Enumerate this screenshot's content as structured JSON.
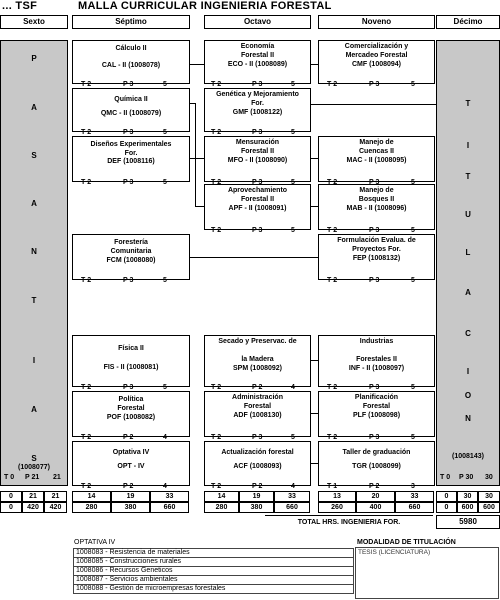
{
  "header": {
    "tag": "... TSF",
    "title": "MALLA CURRICULAR  INGENIERIA FORESTAL"
  },
  "columns": [
    "Sexto",
    "Séptimo",
    "Octavo",
    "Noveno",
    "Décimo"
  ],
  "sexto": {
    "letters": [
      "P",
      "A",
      "S",
      "A",
      "N",
      "T",
      "I",
      "A",
      "S"
    ],
    "code": "(1008077)",
    "stats": [
      "T 0",
      "P 21",
      "21"
    ]
  },
  "decimo": {
    "letters": [
      "T",
      "I",
      "T",
      "U",
      "L",
      "A",
      "C",
      "I",
      "O",
      "N"
    ],
    "code": "(1008143)",
    "stats": [
      "T 0",
      "P 30",
      "30"
    ]
  },
  "courses": {
    "calculo": {
      "name": "Cálculo II",
      "code": "CAL - II (1008078)",
      "t": "T 2",
      "p": "P 3",
      "c": "5"
    },
    "quimica": {
      "name": "Química II",
      "code": "QMC - II (1008079)",
      "t": "T 2",
      "p": "P 3",
      "c": "5"
    },
    "disenos": {
      "name": "Diseños Experimentales\nFor.",
      "code": "DEF (1008116)",
      "t": "T 2",
      "p": "P 3",
      "c": "5"
    },
    "forcom": {
      "name": "Forestería\nComunitaria",
      "code": "FCM (1008080)",
      "t": "T 2",
      "p": "P 3",
      "c": "5"
    },
    "fisica": {
      "name": "Física II",
      "code": "FIS - II (1008081)",
      "t": "T 2",
      "p": "P 3",
      "c": "5"
    },
    "politica": {
      "name": "Política\nForestal",
      "code": "POF (1008082)",
      "t": "T 2",
      "p": "P 2",
      "c": "4"
    },
    "optativa": {
      "name": "Optativa IV",
      "code": "OPT - IV",
      "t": "T 2",
      "p": "P 2",
      "c": "4"
    },
    "economia": {
      "name": "Economía\nForestal II",
      "code": "ECO - II (1008089)",
      "t": "T 2",
      "p": "P 3",
      "c": "5"
    },
    "genetica": {
      "name": "Genética y Mejoramiento\nFor.",
      "code": "GMF (1008122)",
      "t": "T 2",
      "p": "P 3",
      "c": "5"
    },
    "mensuracion": {
      "name": "Mensuración\nForestal II",
      "code": "MFO - II (1008090)",
      "t": "T 2",
      "p": "P 3",
      "c": "5"
    },
    "aprovechamiento": {
      "name": "Aprovechamiento\nForestal II",
      "code": "APF - II (1008091)",
      "t": "T 2",
      "p": "P 3",
      "c": "5"
    },
    "secado": {
      "name": "Secado y Preservac. de\n\nla Madera",
      "code": "SPM (1008092)",
      "t": "T 2",
      "p": "P 2",
      "c": "4"
    },
    "administracion": {
      "name": "Administración\nForestal",
      "code": "ADF (1008130)",
      "t": "T 2",
      "p": "P 3",
      "c": "5"
    },
    "actualizacion": {
      "name": "Actualización forestal",
      "code": "ACF (1008093)",
      "t": "T 2",
      "p": "P 2",
      "c": "4"
    },
    "comercializacion": {
      "name": "Comercialización y\nMercadeo Forestal",
      "code": "CMF (1008094)",
      "t": "T 2",
      "p": "P 3",
      "c": "5"
    },
    "cuencas": {
      "name": "Manejo de\nCuencas II",
      "code": "MAC - II (1008095)",
      "t": "T 2",
      "p": "P 3",
      "c": "5"
    },
    "bosques": {
      "name": "Manejo de\nBosques II",
      "code": "MAB - II (1008096)",
      "t": "T 2",
      "p": "P 3",
      "c": "5"
    },
    "formulacion": {
      "name": "Formulación Evalua. de\nProyectos For.",
      "code": "FEP (1008132)",
      "t": "T 2",
      "p": "P 3",
      "c": "5"
    },
    "industrias": {
      "name": "Industrias\n\nForestales II",
      "code": "INF - II (1008097)",
      "t": "T 2",
      "p": "P 3",
      "c": "5"
    },
    "planificacion": {
      "name": "Planificación\nForestal",
      "code": "PLF (1008098)",
      "t": "T 2",
      "p": "P 3",
      "c": "5"
    },
    "taller": {
      "name": "Taller de graduación",
      "code": "TGR (1008099)",
      "t": "T 1",
      "p": "P 2",
      "c": "3"
    }
  },
  "totals": {
    "sexto": {
      "row1": [
        "0",
        "21",
        "21"
      ],
      "row2": [
        "0",
        "420",
        "420"
      ]
    },
    "septimo": {
      "row1": [
        "14",
        "19",
        "33"
      ],
      "row2": [
        "280",
        "380",
        "660"
      ]
    },
    "octavo": {
      "row1": [
        "14",
        "19",
        "33"
      ],
      "row2": [
        "280",
        "380",
        "660"
      ]
    },
    "noveno": {
      "row1": [
        "13",
        "20",
        "33"
      ],
      "row2": [
        "260",
        "400",
        "660"
      ]
    },
    "decimo": {
      "row1": [
        "0",
        "30",
        "30"
      ],
      "row2": [
        "0",
        "600",
        "600"
      ]
    }
  },
  "total_label": "TOTAL HRS. INGENIERIA FOR.",
  "total_value": "5980",
  "optativa": {
    "title": "OPTATIVA IV",
    "items": [
      "1008083 - Resistencia de materiales",
      "1008085 - Construcciones rurales",
      "1008086 - Recursos Geneticos",
      "1008087 - Servicios ambientales",
      "1008088 - Gestión de microempresas forestales"
    ]
  },
  "modalidad": {
    "title": "MODALIDAD DE TITULACIÓN",
    "value": "TESIS (LICENCIATURA)"
  }
}
